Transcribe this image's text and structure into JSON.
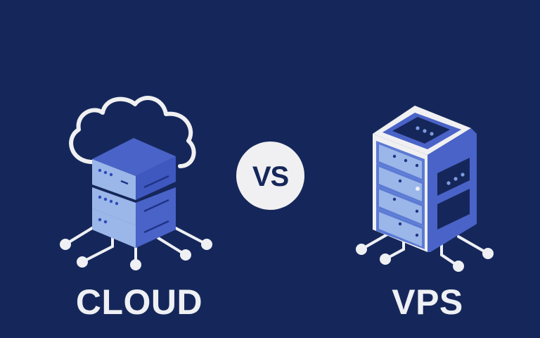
{
  "left": {
    "title": "CLOUD",
    "icon": "cloud-server-stack-icon"
  },
  "center": {
    "badge_text": "VS"
  },
  "right": {
    "title": "VPS",
    "icon": "vps-server-tower-icon"
  },
  "colors": {
    "background": "#15275a",
    "text": "#eef0f4",
    "badge_bg": "#f0f0f2",
    "server_top": "#4a63c8",
    "server_front": "#9bb6e8",
    "server_side": "#3f58bf",
    "outline": "#f0f0f2"
  }
}
